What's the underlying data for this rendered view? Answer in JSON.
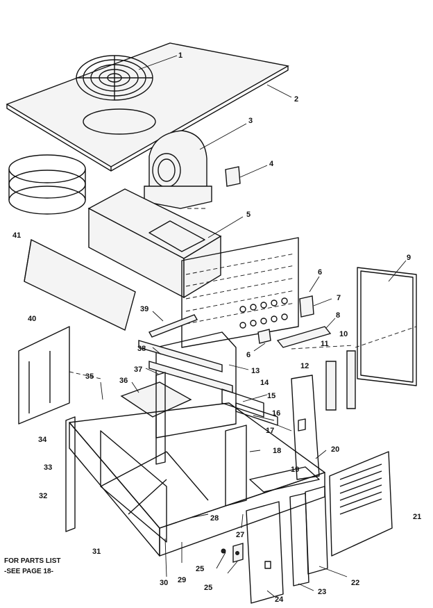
{
  "labels": {
    "p1": "1",
    "p2": "2",
    "p3": "3",
    "p4": "4",
    "p5": "5",
    "p6a": "6",
    "p6b": "6",
    "p7": "7",
    "p8": "8",
    "p9": "9",
    "p10": "10",
    "p11": "11",
    "p12": "12",
    "p13": "13",
    "p14": "14",
    "p15": "15",
    "p16": "16",
    "p17": "17",
    "p18": "18",
    "p19": "19",
    "p20": "20",
    "p21": "21",
    "p22": "22",
    "p23": "23",
    "p24": "24",
    "p25a": "25",
    "p25b": "25",
    "p27": "27",
    "p28": "28",
    "p29": "29",
    "p30": "30",
    "p31": "31",
    "p32": "32",
    "p33": "33",
    "p34": "34",
    "p35": "35",
    "p36": "36",
    "p37": "37",
    "p38": "38",
    "p39": "39",
    "p40": "40",
    "p41": "41"
  },
  "note": {
    "line1": "FOR PARTS LIST",
    "line2": "-SEE PAGE 18-"
  }
}
